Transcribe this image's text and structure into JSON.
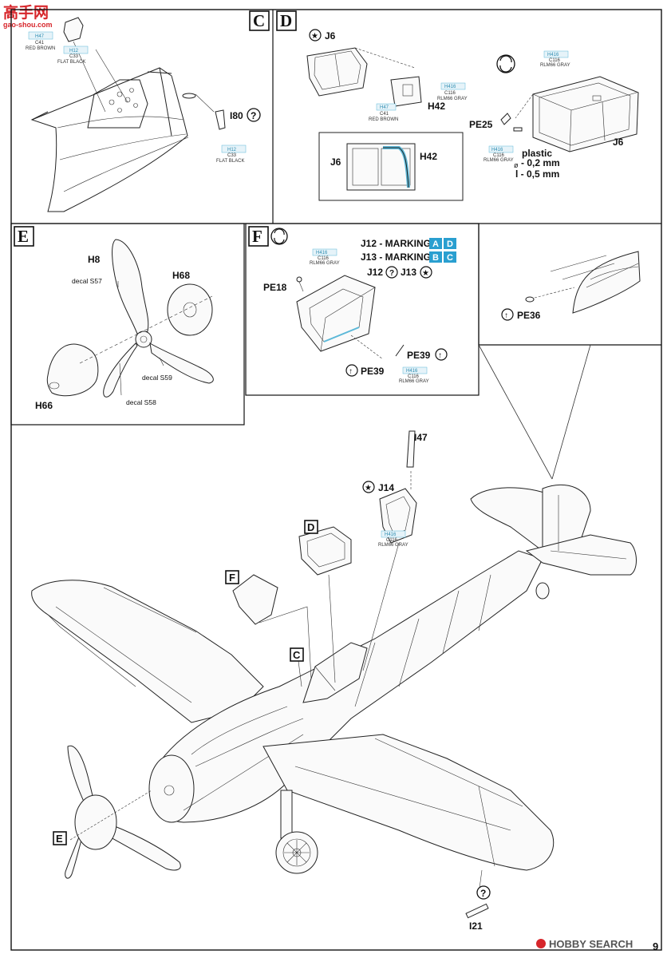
{
  "watermark_top": {
    "chars": "高手网",
    "url": "gao-shou.com"
  },
  "watermark_bottom": "HOBBY SEARCH",
  "page_number": "9",
  "sections": {
    "C": "C",
    "D": "D",
    "E": "E",
    "F": "F"
  },
  "panel_c": {
    "part_i80": "I80",
    "code_top": {
      "h": "H47",
      "c": "C41",
      "name": "RED BROWN"
    },
    "code_mid": {
      "h": "H12",
      "c": "C33",
      "name": "FLAT BLACK"
    },
    "code_bot": {
      "h": "H12",
      "c": "C33",
      "name": "FLAT BLACK"
    }
  },
  "panel_d": {
    "j6_top": "J6",
    "h42_a": "H42",
    "h42_code": {
      "h": "H416",
      "c": "C116",
      "name": "RLM66 GRAY"
    },
    "h42_code2": {
      "h": "H47",
      "c": "C41",
      "name": "RED BROWN"
    },
    "inset_j6": "J6",
    "inset_h42": "H42",
    "right_code": {
      "h": "H416",
      "c": "C116",
      "name": "RLM66 GRAY"
    },
    "pe25": "PE25",
    "pe25_code": {
      "h": "H416",
      "c": "C116",
      "name": "RLM66 GRAY"
    },
    "plastic": "plastic",
    "dim_dia": "- 0,2 mm",
    "dim_len": "l - 0,5 mm",
    "j6_right": "J6"
  },
  "panel_e": {
    "h8": "H8",
    "decal_s57": "decal S57",
    "h68": "H68",
    "decal_s59": "decal S59",
    "decal_s58": "decal S58",
    "h66": "H66"
  },
  "panel_f": {
    "marking_j12": "J12 - MARKINGS",
    "marking_j13": "J13 - MARKINGS",
    "m_a": "A",
    "m_d": "D",
    "m_b": "B",
    "m_c": "C",
    "code_top": {
      "h": "H416",
      "c": "C116",
      "name": "RLM66 GRAY"
    },
    "pe18": "PE18",
    "j12": "J12",
    "j13": "J13",
    "pe39_a": "PE39",
    "pe39_b": "PE39",
    "code_bot": {
      "h": "H416",
      "c": "C116",
      "name": "RLM66 GRAY"
    }
  },
  "panel_g": {
    "pe36": "PE36"
  },
  "main": {
    "i47": "I47",
    "j14": "J14",
    "j14_code": {
      "h": "H416",
      "c": "C116",
      "name": "RLM66 GRAY"
    },
    "label_d": "D",
    "label_f": "F",
    "label_c": "C",
    "label_e": "E",
    "i21": "I21"
  }
}
